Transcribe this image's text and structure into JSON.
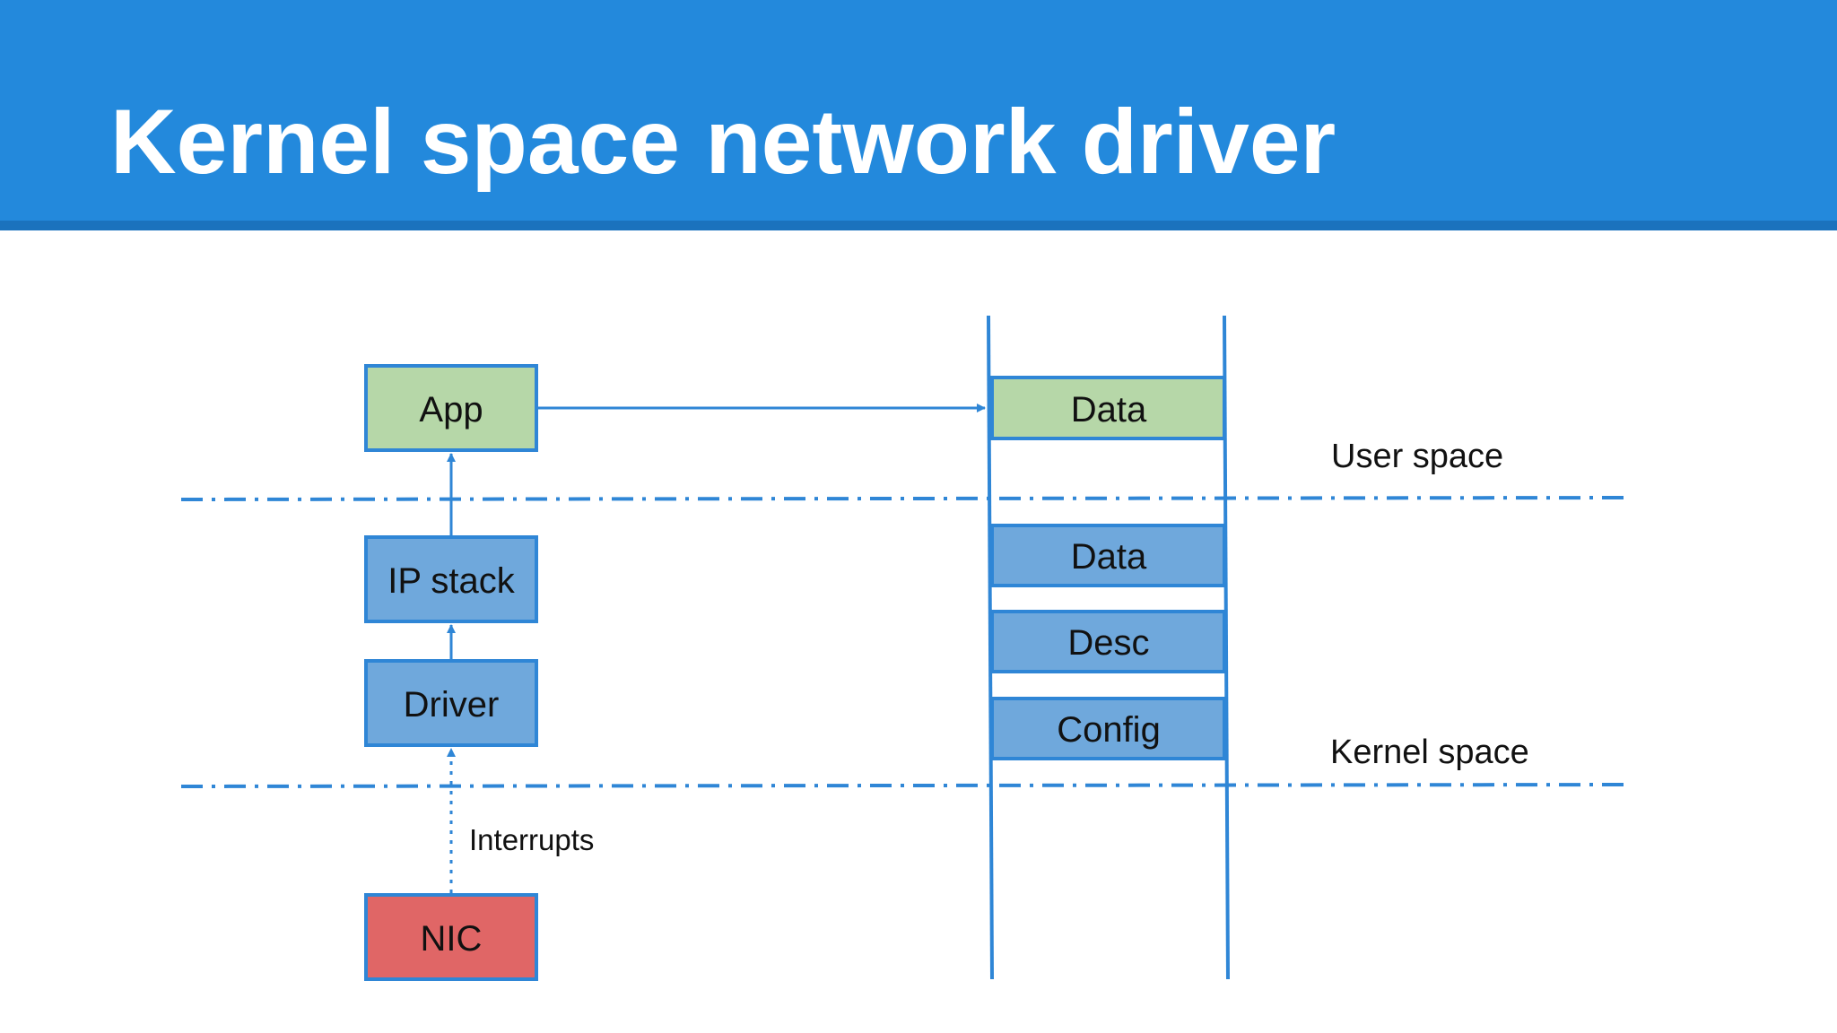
{
  "slide": {
    "title": "Kernel space network driver"
  },
  "colors": {
    "header_bg": "#2389dc",
    "header_border": "#1b72bd",
    "line_blue": "#2f86d6",
    "user_box": "#b6d7a8",
    "kernel_box": "#6fa8dc",
    "nic_box": "#e06666"
  },
  "stack": {
    "app": "App",
    "ip_stack": "IP stack",
    "driver": "Driver",
    "nic": "NIC",
    "interrupts": "Interrupts"
  },
  "memory": {
    "user_data": "Data",
    "kernel_data": "Data",
    "desc": "Desc",
    "config": "Config"
  },
  "regions": {
    "user_space": "User space",
    "kernel_space": "Kernel space"
  }
}
